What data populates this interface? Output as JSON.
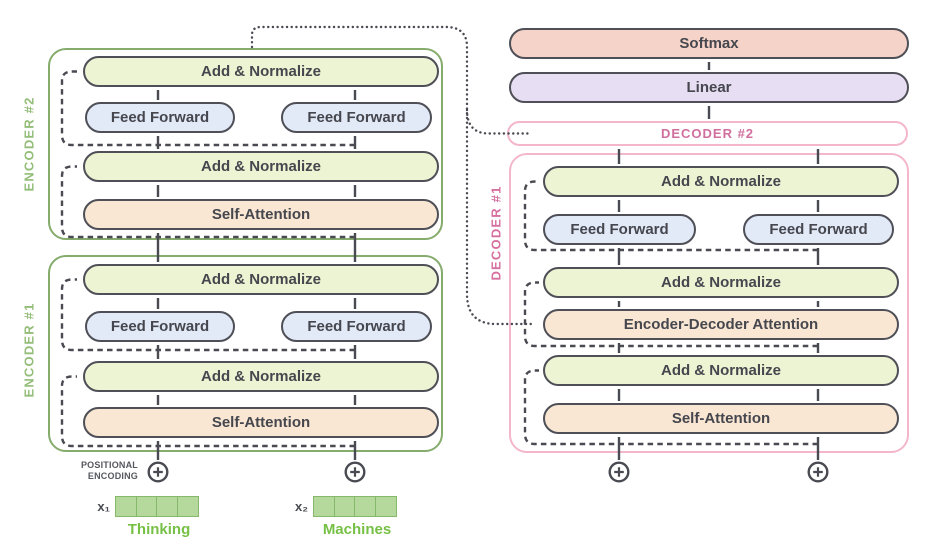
{
  "diagram_title": "Transformer encoder-decoder stack",
  "colors": {
    "encoder_border": "#85ab6d",
    "encoder_label": "#93bd78",
    "decoder_border": "#f3b6cb",
    "decoder_label": "#d06f9e",
    "add_normalize_fill": "#ecf4d3",
    "feed_forward_fill": "#e2eaf8",
    "attention_fill": "#f9e7d3",
    "softmax_fill": "#f5d3c8",
    "linear_fill": "#e8def3",
    "wire": "#4a4b52",
    "embedding_fill": "#b5d99c",
    "embedding_border": "#85b86a",
    "token_text": "#76c045"
  },
  "encoders": {
    "group_labels": {
      "enc2": "ENCODER #2",
      "enc1": "ENCODER #1"
    },
    "enc2": {
      "add_norm_1": "Add & Normalize",
      "ff_left": "Feed Forward",
      "ff_right": "Feed Forward",
      "add_norm_2": "Add & Normalize",
      "self_attention": "Self-Attention"
    },
    "enc1": {
      "add_norm_1": "Add & Normalize",
      "ff_left": "Feed Forward",
      "ff_right": "Feed Forward",
      "add_norm_2": "Add & Normalize",
      "self_attention": "Self-Attention"
    }
  },
  "decoders": {
    "softmax_label": "Softmax",
    "linear_label": "Linear",
    "decoder2_label": "DECODER #2",
    "decoder1_label": "DECODER #1",
    "dec1": {
      "add_norm_1": "Add & Normalize",
      "ff_left": "Feed Forward",
      "ff_right": "Feed Forward",
      "add_norm_2": "Add & Normalize",
      "enc_dec_attention": "Encoder-Decoder Attention",
      "add_norm_3": "Add & Normalize",
      "self_attention": "Self-Attention"
    }
  },
  "inputs": {
    "positional_encoding": {
      "line1": "POSITIONAL",
      "line2": "ENCODING"
    },
    "tokens": [
      {
        "symbol": "x₁",
        "word": "Thinking",
        "cells": 4
      },
      {
        "symbol": "x₂",
        "word": "Machines",
        "cells": 4
      }
    ]
  }
}
